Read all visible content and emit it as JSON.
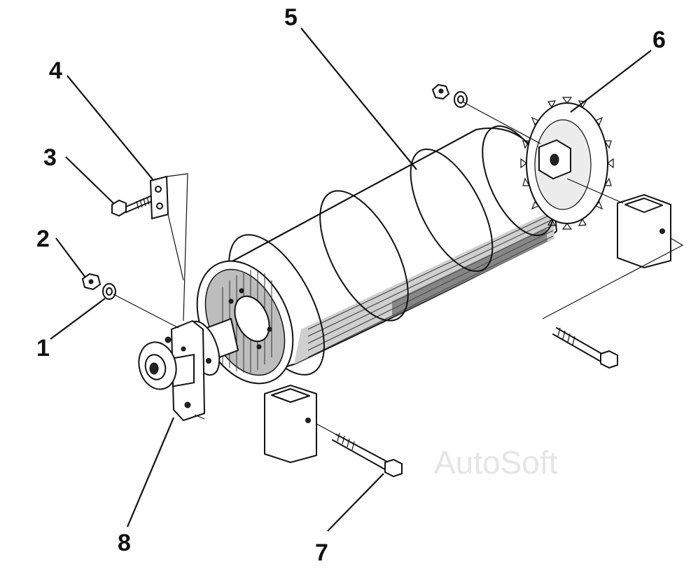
{
  "diagram": {
    "callouts": [
      {
        "id": "c1",
        "label": "1"
      },
      {
        "id": "c2",
        "label": "2"
      },
      {
        "id": "c3",
        "label": "3"
      },
      {
        "id": "c4",
        "label": "4"
      },
      {
        "id": "c5",
        "label": "5"
      },
      {
        "id": "c6",
        "label": "6"
      },
      {
        "id": "c7",
        "label": "7"
      },
      {
        "id": "c8",
        "label": "8"
      }
    ],
    "watermark": "AutoSoft"
  }
}
